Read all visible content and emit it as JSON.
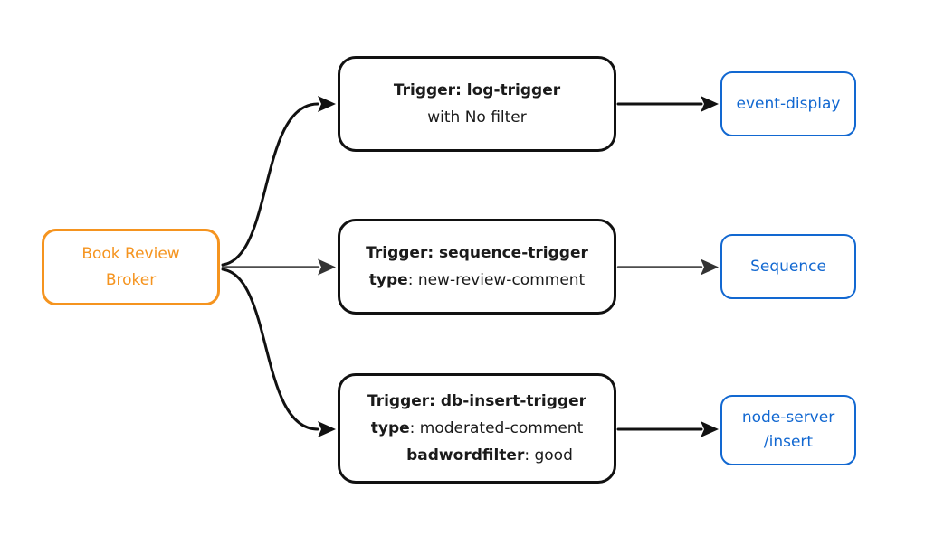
{
  "colors": {
    "orange": "#f5941f",
    "blue": "#1268d1",
    "black": "#111111",
    "gray": "#4d4d4d",
    "grayhead": "#333333",
    "text": "#1a1a1a",
    "bg": "#ffffff"
  },
  "broker": {
    "line1": "Book Review",
    "line2": "Broker"
  },
  "triggers": [
    {
      "title": "Trigger: log-trigger",
      "subtitle": "with No filter"
    },
    {
      "title": "Trigger: sequence-trigger",
      "key": "type",
      "value": ": new-review-comment"
    },
    {
      "title": "Trigger: db-insert-trigger",
      "key": "type",
      "value": ": moderated-comment",
      "key2": "badwordfilter",
      "value2": ": good"
    }
  ],
  "sinks": [
    {
      "label": "event-display"
    },
    {
      "label": "Sequence"
    },
    {
      "label": "node-server",
      "label2": "/insert"
    }
  ],
  "edges": [
    {
      "from": "Book Review Broker",
      "to": "Trigger: log-trigger",
      "color": "black"
    },
    {
      "from": "Book Review Broker",
      "to": "Trigger: sequence-trigger",
      "color": "gray"
    },
    {
      "from": "Book Review Broker",
      "to": "Trigger: db-insert-trigger",
      "color": "black"
    },
    {
      "from": "Trigger: log-trigger",
      "to": "event-display",
      "color": "black"
    },
    {
      "from": "Trigger: sequence-trigger",
      "to": "Sequence",
      "color": "gray"
    },
    {
      "from": "Trigger: db-insert-trigger",
      "to": "node-server /insert",
      "color": "black"
    }
  ]
}
